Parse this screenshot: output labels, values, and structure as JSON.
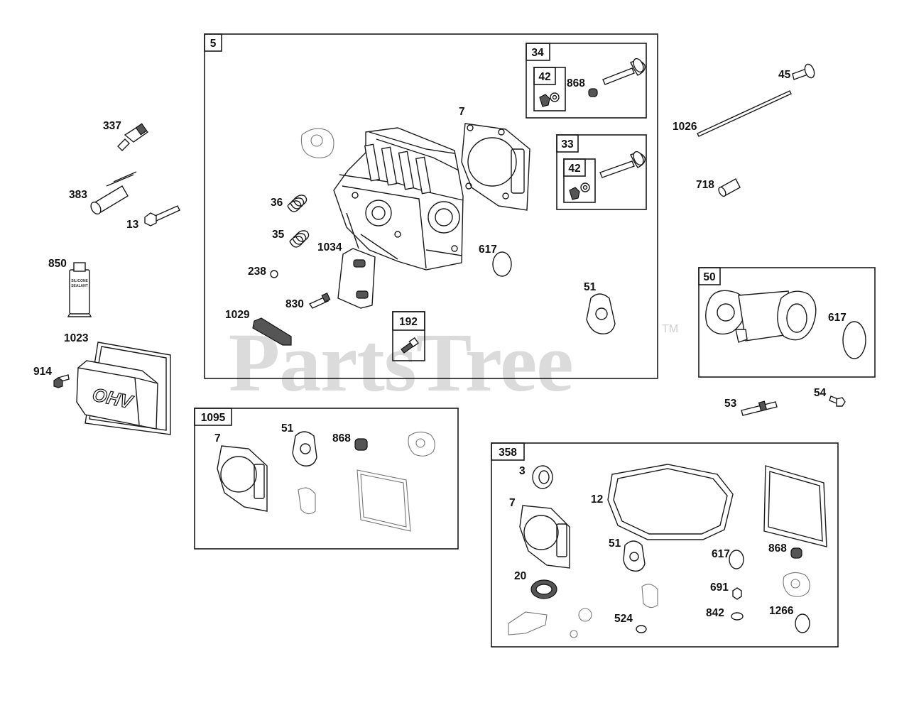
{
  "watermark": {
    "text": "PartsTree",
    "trademark": "TM"
  },
  "boxes": {
    "b5": "5",
    "b34": "34",
    "b42a": "42",
    "b33": "33",
    "b42b": "42",
    "b192": "192",
    "b50": "50",
    "b1095": "1095",
    "b358": "358"
  },
  "labels": {
    "l337": "337",
    "l383": "383",
    "l13": "13",
    "l850": "850",
    "l1023": "1023",
    "l914": "914",
    "l7": "7",
    "l868a": "868",
    "l36": "36",
    "l35": "35",
    "l1034": "1034",
    "l617a": "617",
    "l238": "238",
    "l830": "830",
    "l51a": "51",
    "l1029": "1029",
    "l45": "45",
    "l1026": "1026",
    "l718": "718",
    "l617b": "617",
    "l53": "53",
    "l54": "54",
    "l7b": "7",
    "l51b": "51",
    "l868b": "868",
    "l3": "3",
    "l12": "12",
    "l7c": "7",
    "l51c": "51",
    "l617c": "617",
    "l868c": "868",
    "l20": "20",
    "l691": "691",
    "l524": "524",
    "l842": "842",
    "l1266": "1266"
  },
  "tube_text": {
    "line1": "SILICONE",
    "line2": "SEALANT"
  },
  "cover_text": "OHV"
}
